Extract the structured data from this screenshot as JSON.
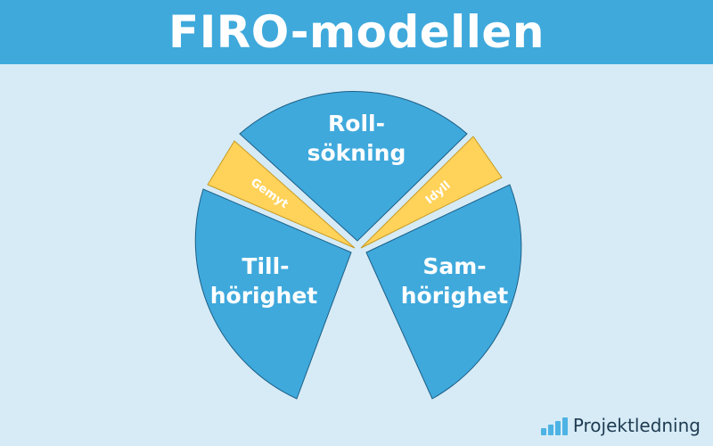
{
  "title": "FIRO-modellen",
  "segments": {
    "top": {
      "line1": "Roll-",
      "line2": "sökning"
    },
    "left": {
      "line1": "Till-",
      "line2": "hörighet"
    },
    "right": {
      "line1": "Sam-",
      "line2": "hörighet"
    }
  },
  "wedges": {
    "left": "Gemyt",
    "right": "Idyll"
  },
  "brand": {
    "name": "Projektledning"
  },
  "colors": {
    "header": "#3fa9dc",
    "background": "#d6ebf6",
    "segment": "#3fa9dc",
    "wedge": "#ffd25a",
    "text": "#ffffff"
  }
}
